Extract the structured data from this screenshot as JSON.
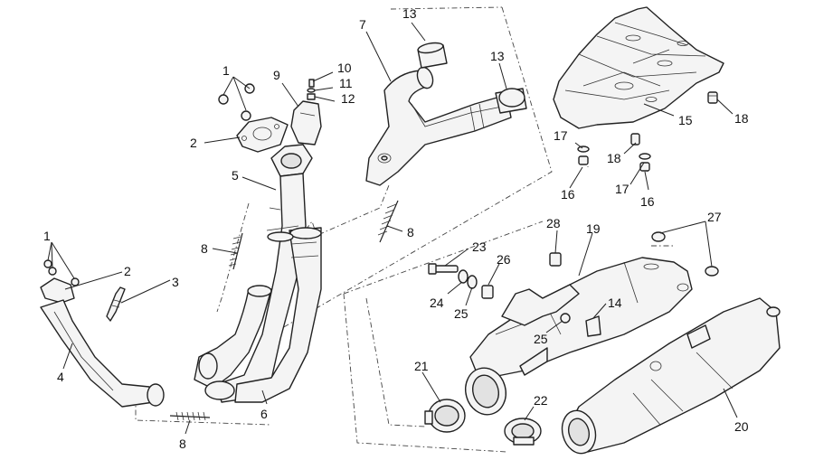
{
  "diagram": {
    "callouts": [
      {
        "id": "c1a",
        "text": "1"
      },
      {
        "id": "c2a",
        "text": "2"
      },
      {
        "id": "c5",
        "text": "5"
      },
      {
        "id": "c9",
        "text": "9"
      },
      {
        "id": "c10",
        "text": "10"
      },
      {
        "id": "c11",
        "text": "11"
      },
      {
        "id": "c12",
        "text": "12"
      },
      {
        "id": "c7",
        "text": "7"
      },
      {
        "id": "c13a",
        "text": "13"
      },
      {
        "id": "c13b",
        "text": "13"
      },
      {
        "id": "c15",
        "text": "15"
      },
      {
        "id": "c18a",
        "text": "18"
      },
      {
        "id": "c18b",
        "text": "18"
      },
      {
        "id": "c17a",
        "text": "17"
      },
      {
        "id": "c17b",
        "text": "17"
      },
      {
        "id": "c16a",
        "text": "16"
      },
      {
        "id": "c16b",
        "text": "16"
      },
      {
        "id": "c1b",
        "text": "1"
      },
      {
        "id": "c2b",
        "text": "2"
      },
      {
        "id": "c3",
        "text": "3"
      },
      {
        "id": "c4",
        "text": "4"
      },
      {
        "id": "c8a",
        "text": "8"
      },
      {
        "id": "c8b",
        "text": "8"
      },
      {
        "id": "c8c",
        "text": "8"
      },
      {
        "id": "c6",
        "text": "6"
      },
      {
        "id": "c28",
        "text": "28"
      },
      {
        "id": "c19",
        "text": "19"
      },
      {
        "id": "c27",
        "text": "27"
      },
      {
        "id": "c23",
        "text": "23"
      },
      {
        "id": "c26",
        "text": "26"
      },
      {
        "id": "c24",
        "text": "24"
      },
      {
        "id": "c25a",
        "text": "25"
      },
      {
        "id": "c25b",
        "text": "25"
      },
      {
        "id": "c14",
        "text": "14"
      },
      {
        "id": "c21",
        "text": "21"
      },
      {
        "id": "c22",
        "text": "22"
      },
      {
        "id": "c20",
        "text": "20"
      }
    ]
  }
}
